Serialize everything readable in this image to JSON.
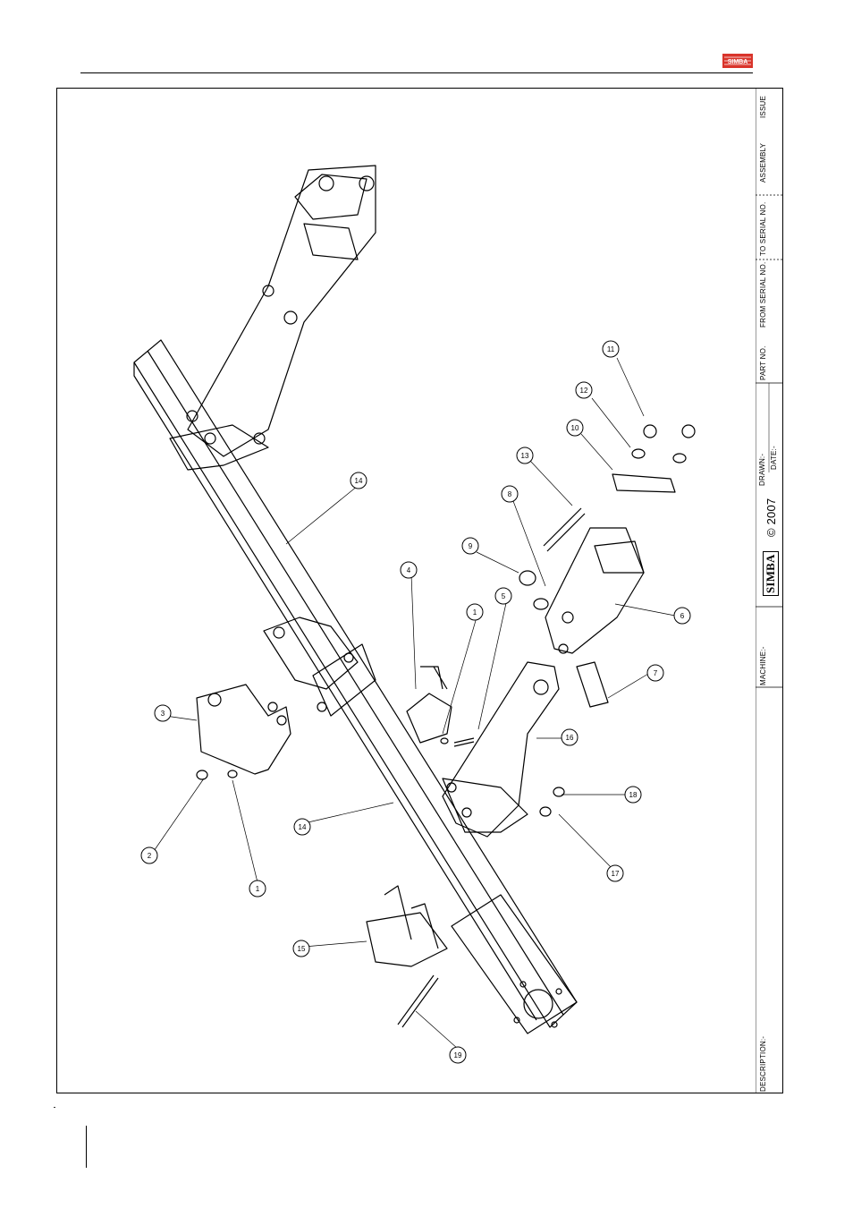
{
  "title_block": {
    "issue": "ISSUE",
    "assembly": "ASSEMBLY",
    "to_serial": "TO SERIAL NO.",
    "from_serial": "FROM SERIAL NO.",
    "part_no": "PART NO.",
    "drawn": "DRAWN:-",
    "date": "DATE:-",
    "copyright": "© 2007",
    "brand": "SIMBA",
    "machine": "MACHINE:-",
    "description": "DESCRIPTION:-"
  },
  "header_logo": {
    "text": "SIMBA",
    "color": "#d9342b"
  },
  "callouts": [
    "1",
    "1",
    "2",
    "3",
    "4",
    "5",
    "6",
    "7",
    "8",
    "9",
    "10",
    "11",
    "12",
    "13",
    "14",
    "14",
    "15",
    "16",
    "17",
    "18",
    "19"
  ]
}
